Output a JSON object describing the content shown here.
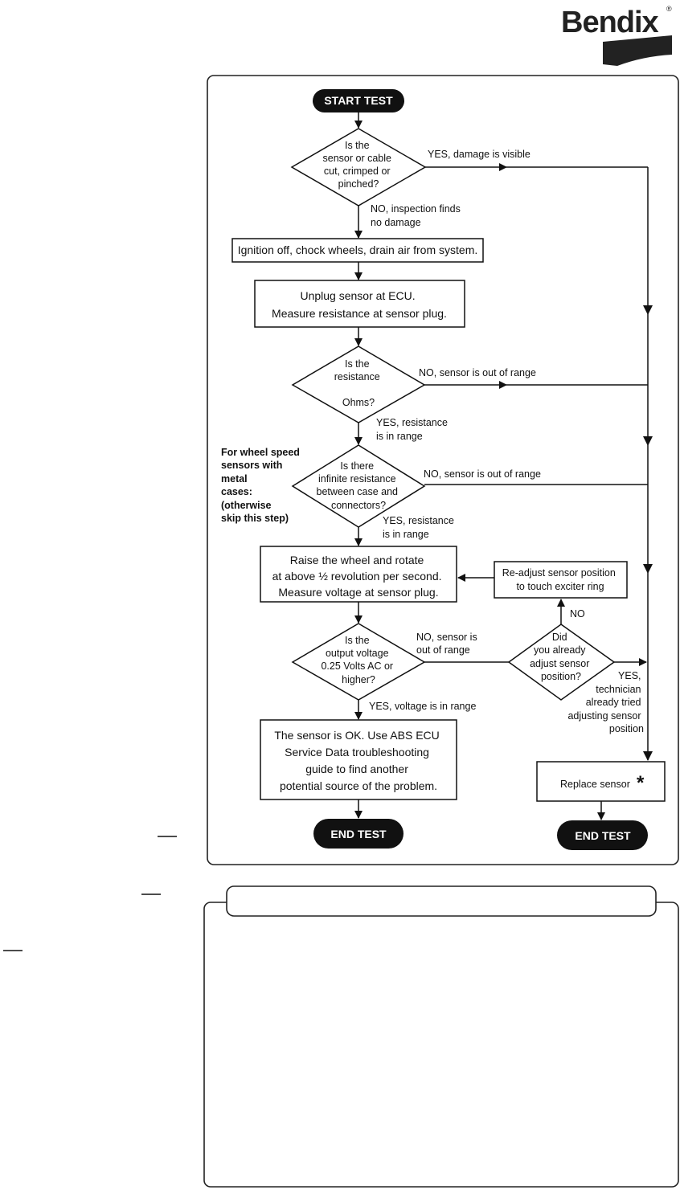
{
  "brand": {
    "logo_text": "Bendix",
    "registered_mark": "®"
  },
  "flowchart": {
    "start": "START TEST",
    "q1": [
      "Is the",
      "sensor or cable",
      "cut, crimped or",
      "pinched?"
    ],
    "q1_yes": "YES, damage is visible",
    "q1_no": [
      "NO, inspection finds",
      "no damage"
    ],
    "step_ignition": "Ignition off, chock wheels, drain air from system.",
    "step_unplug": [
      "Unplug sensor at ECU.",
      "Measure resistance at sensor plug."
    ],
    "q2": [
      "Is the",
      "resistance",
      "",
      "Ohms?"
    ],
    "q2_no": "NO, sensor is out of range",
    "q2_yes": [
      "YES, resistance",
      "is in range"
    ],
    "metal_note": [
      "For wheel speed",
      "sensors with",
      "metal",
      "cases:",
      "(otherwise",
      "skip this step)"
    ],
    "q3": [
      "Is there",
      "infinite resistance",
      "between case and",
      "connectors?"
    ],
    "q3_no": "NO, sensor is out of range",
    "q3_yes": [
      "YES, resistance",
      "is in range"
    ],
    "step_raise": [
      "Raise the wheel and rotate",
      "at above ½ revolution per second.",
      "Measure voltage at sensor plug."
    ],
    "step_readjust": [
      "Re-adjust sensor position",
      "to touch exciter ring"
    ],
    "q4": [
      "Is the",
      "output voltage",
      "0.25 Volts AC or",
      "higher?"
    ],
    "q4_no": [
      "NO, sensor is",
      "out of range"
    ],
    "q4_yes": "YES, voltage is in range",
    "q5": [
      "Did",
      "you already",
      "adjust sensor",
      "position?"
    ],
    "q5_no": "NO",
    "q5_yes": [
      "YES,",
      "technician",
      "already tried",
      "adjusting sensor",
      "position"
    ],
    "step_ok": [
      "The sensor is OK.  Use ABS ECU",
      "Service Data troubleshooting",
      "guide to find another",
      "potential source of the problem."
    ],
    "step_replace": "Replace sensor",
    "replace_mark": "*",
    "end_left": "END TEST",
    "end_right": "END TEST"
  },
  "lower_panel": {
    "tab_text": ""
  }
}
